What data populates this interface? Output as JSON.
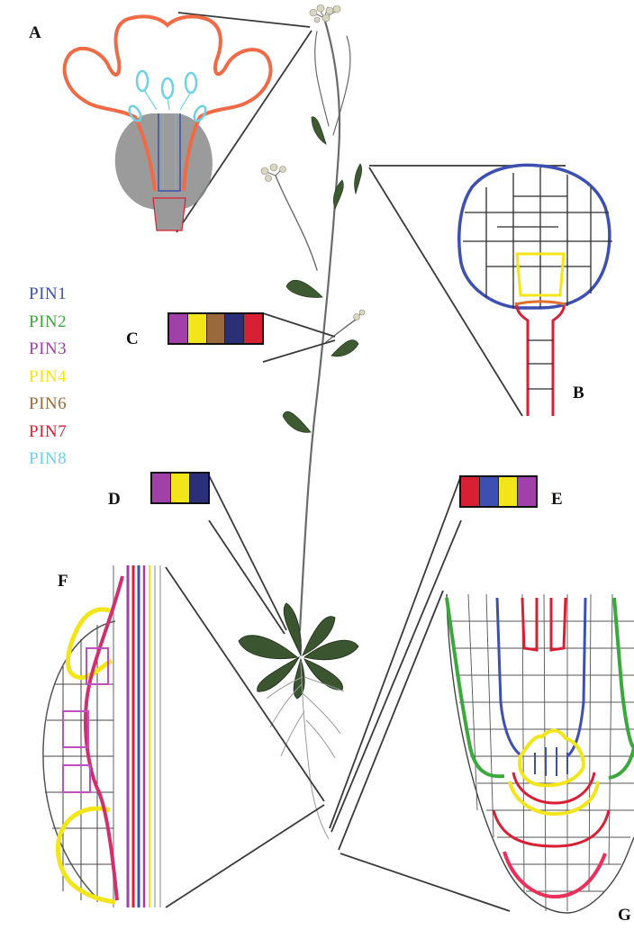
{
  "colors": {
    "pin1": "#3d4fb0",
    "pin2": "#3aa83c",
    "pin3": "#a040a8",
    "pin4": "#f2e51a",
    "pin6": "#9a6a3c",
    "pin7": "#d82035",
    "pin8": "#6fd0e6",
    "navy": "#2a2f78",
    "petal": "#ef6a45",
    "ovary": "#8a8a8a",
    "stem": "#6b6b6b",
    "leaf": "#3d5a32"
  },
  "legend": [
    {
      "label": "PIN1",
      "color": "#3d4fb0"
    },
    {
      "label": "PIN2",
      "color": "#3aa83c"
    },
    {
      "label": "PIN3",
      "color": "#a040a8"
    },
    {
      "label": "PIN4",
      "color": "#f2e51a"
    },
    {
      "label": "PIN6",
      "color": "#9a6a3c"
    },
    {
      "label": "PIN7",
      "color": "#d82035"
    },
    {
      "label": "PIN8",
      "color": "#6fd0e6"
    }
  ],
  "panels": {
    "a": "A",
    "b": "B",
    "c": "C",
    "d": "D",
    "e": "E",
    "f": "F",
    "g": "G"
  },
  "swatches": {
    "c": [
      "#a040a8",
      "#f2e51a",
      "#9a6a3c",
      "#2a2f78",
      "#d82035"
    ],
    "d": [
      "#a040a8",
      "#f2e51a",
      "#2a2f78"
    ],
    "e": [
      "#d82035",
      "#3d4fb0",
      "#f2e51a",
      "#a040a8"
    ]
  }
}
